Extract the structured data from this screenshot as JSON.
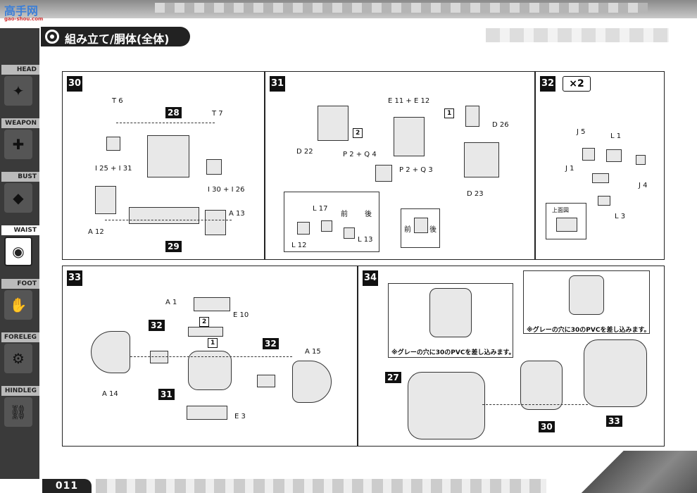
{
  "header": {
    "watermark": "高手网",
    "watermark_url": "gao-shou.com",
    "title": "組み立て/胴体(全体)"
  },
  "sidebar": {
    "items": [
      {
        "label": "HEAD",
        "active": false
      },
      {
        "label": "WEAPON",
        "active": false
      },
      {
        "label": "BUST",
        "active": false
      },
      {
        "label": "WAIST",
        "active": true
      },
      {
        "label": "FOOT",
        "active": false
      },
      {
        "label": "FORELEG",
        "active": false
      },
      {
        "label": "HINDLEG",
        "active": false
      }
    ]
  },
  "page_number": "011",
  "steps": {
    "s30": {
      "num": "30",
      "labels": [
        "T 6",
        "T 7",
        "I 25 + I 31",
        "I 30 + I 26",
        "A 12",
        "A 13"
      ],
      "sub_nums": [
        "28",
        "29"
      ]
    },
    "s31": {
      "num": "31",
      "labels": [
        "E 11 + E 12",
        "D 22",
        "D 26",
        "P 2 + Q 4",
        "P 2 + Q 3",
        "D 23",
        "L 17",
        "L 12",
        "L 13"
      ],
      "order": [
        "1",
        "2"
      ],
      "front": "前",
      "back": "後"
    },
    "s32": {
      "num": "32",
      "mult": "×2",
      "labels": [
        "J 5",
        "L 1",
        "J 1",
        "J 4",
        "L 3"
      ],
      "inset": "上面図"
    },
    "s33": {
      "num": "33",
      "labels": [
        "A 1",
        "E 10",
        "A 15",
        "A 14",
        "E 3"
      ],
      "order": [
        "1",
        "2"
      ],
      "sub_nums": [
        "32",
        "32",
        "31"
      ]
    },
    "s34": {
      "num": "34",
      "note_left": "※グレーの穴に30のPVCを差し込みます。",
      "note_right": "※グレーの穴に30のPVCを差し込みます。",
      "sub_nums": [
        "27",
        "30",
        "33"
      ]
    }
  }
}
